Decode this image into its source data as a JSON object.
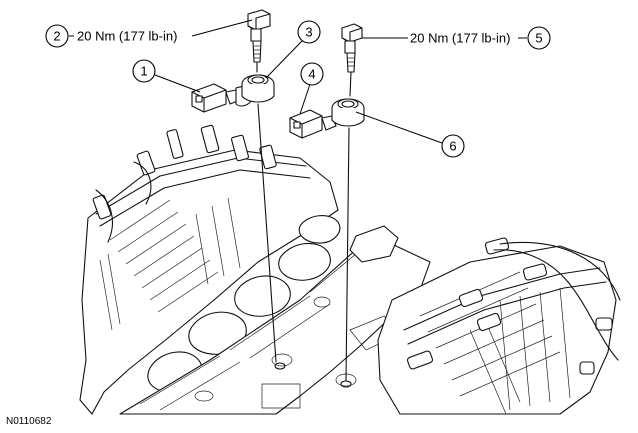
{
  "figure_id": "N0110682",
  "callouts": [
    {
      "number": "1"
    },
    {
      "number": "2",
      "torque": "20 Nm (177 lb-in)"
    },
    {
      "number": "3"
    },
    {
      "number": "4"
    },
    {
      "number": "5",
      "torque": "20 Nm (177 lb-in)"
    },
    {
      "number": "6"
    }
  ]
}
